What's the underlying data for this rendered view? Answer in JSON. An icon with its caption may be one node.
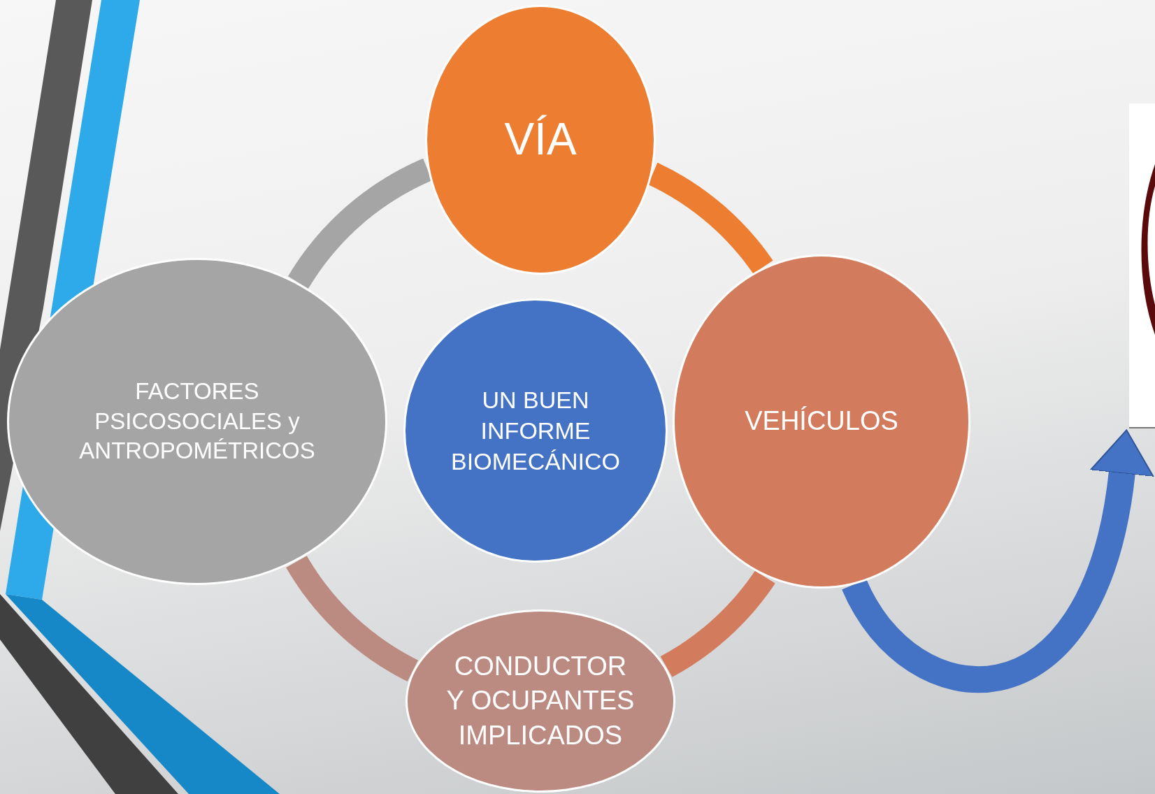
{
  "diagram": {
    "nodes": [
      {
        "text": [
          "VÍA"
        ]
      },
      {
        "text": [
          "FACTORES PSICOSOCIALES y ANTROPOMÉTRICOS"
        ]
      },
      {
        "text": [
          "UN BUEN INFORME BIOMECÁNICO"
        ]
      },
      {
        "text": [
          "VEHÍCULOS"
        ]
      },
      {
        "text": [
          "CONDUCTOR Y OCUPANTES IMPLICADOS"
        ]
      },
      {
        "text": [],
        "shape": "picture"
      }
    ],
    "edges": [
      {
        "from": 1,
        "to": 0,
        "arrow": "none",
        "color": "#a5a5a5"
      },
      {
        "from": 0,
        "to": 3,
        "arrow": "none",
        "color": "#ed7d31"
      },
      {
        "from": 3,
        "to": 4,
        "arrow": "none",
        "color": "#d27b5d"
      },
      {
        "from": 4,
        "to": 1,
        "arrow": "none",
        "color": "#bb8a80"
      },
      {
        "from": 3,
        "to": 5,
        "arrow": "to",
        "color": "#4472c4"
      }
    ]
  }
}
